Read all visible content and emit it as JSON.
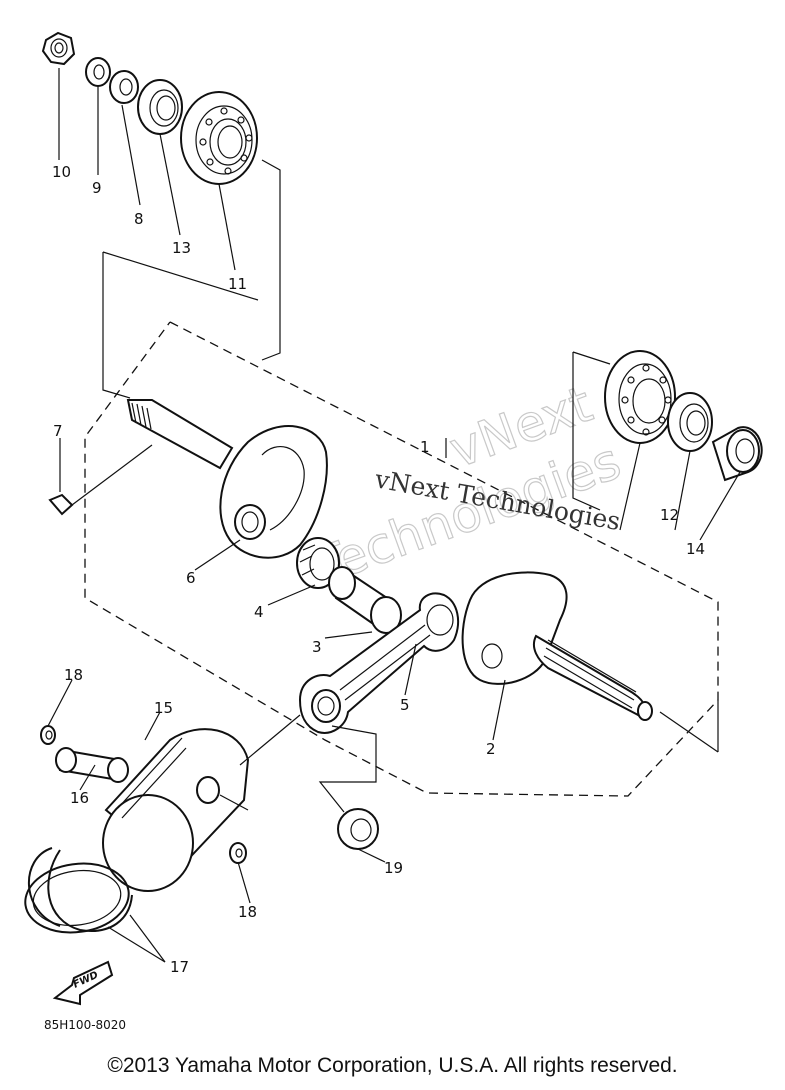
{
  "diagram": {
    "part_labels": {
      "p1": "1",
      "p2": "2",
      "p3": "3",
      "p4": "4",
      "p5": "5",
      "p6": "6",
      "p7": "7",
      "p8": "8",
      "p9": "9",
      "p10": "10",
      "p11": "11",
      "p12": "12",
      "p13": "13",
      "p14": "14",
      "p15": "15",
      "p16": "16",
      "p17": "17",
      "p18a": "18",
      "p18b": "18",
      "p19": "19"
    },
    "fwd_label": "FWD",
    "diagram_code": "85H100-8020",
    "watermark_text": "vNext Technologies",
    "watermark_ghost_1": "vNext",
    "watermark_ghost_2": "Technologies"
  },
  "footer": {
    "copyright": "©2013 Yamaha Motor Corporation, U.S.A. All rights reserved."
  }
}
